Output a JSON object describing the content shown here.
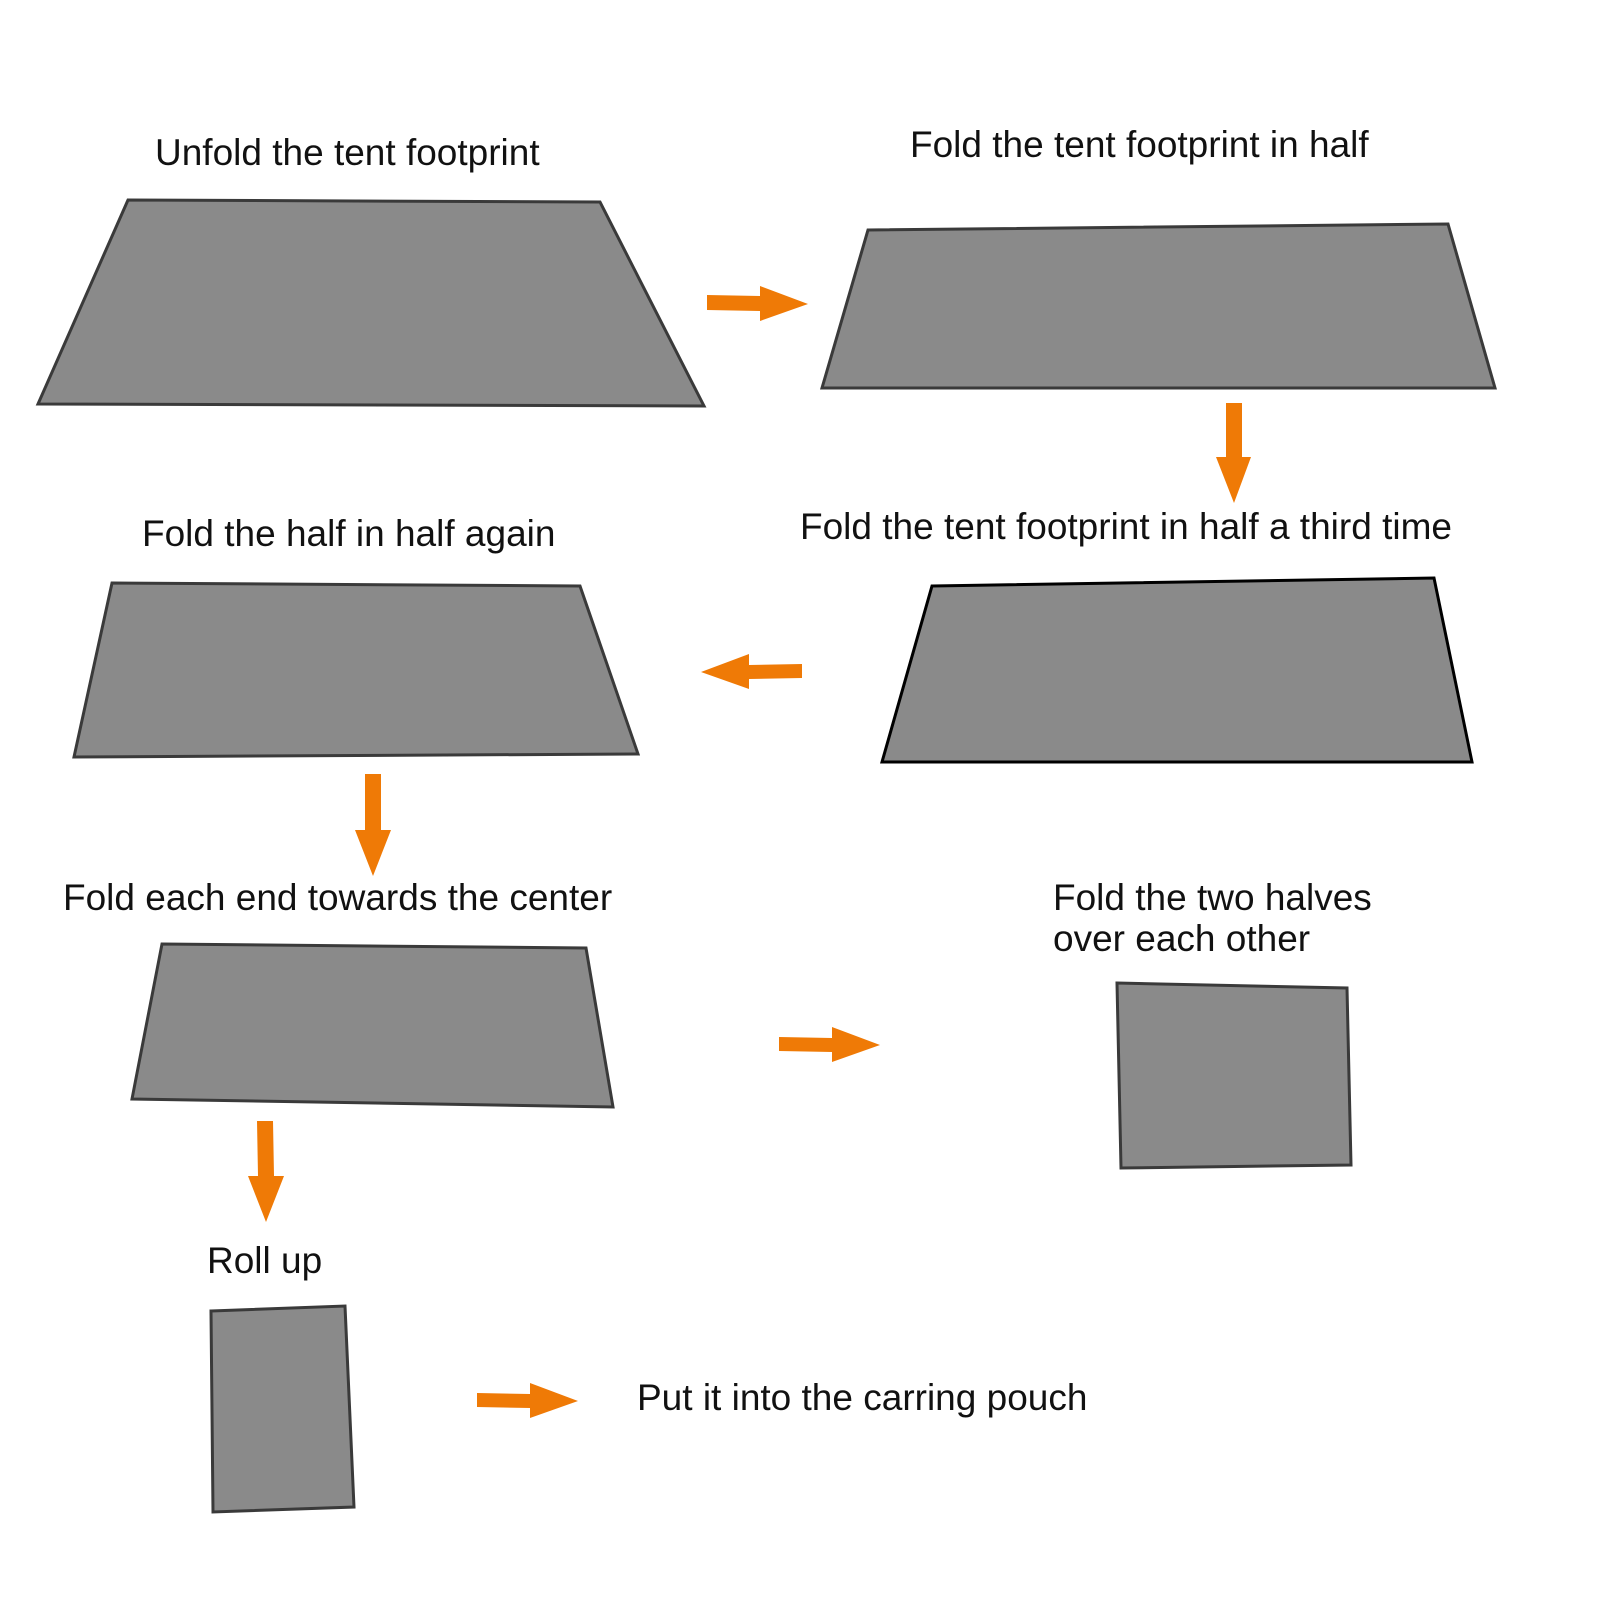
{
  "colors": {
    "background": "#ffffff",
    "sheet_fill": "#8a8a8a",
    "sheet_outline": "#3a3a3a",
    "sheet_outline_dark": "#000000",
    "arrow": "#ef7a06",
    "text": "#111111"
  },
  "steps": [
    {
      "label": "Unfold the tent footprint"
    },
    {
      "label": "Fold the tent footprint in half"
    },
    {
      "label": "Fold the  tent footprint in half a third time"
    },
    {
      "label": "Fold the  half in half again"
    },
    {
      "label": "Fold each end towards the center"
    },
    {
      "label_line1": "Fold the two halves",
      "label_line2": "over each other"
    },
    {
      "label": "Roll up"
    },
    {
      "label": "Put it into the carring pouch"
    }
  ],
  "arrows": [
    {
      "direction": "right"
    },
    {
      "direction": "down"
    },
    {
      "direction": "left"
    },
    {
      "direction": "down"
    },
    {
      "direction": "right"
    },
    {
      "direction": "down"
    },
    {
      "direction": "right"
    }
  ]
}
